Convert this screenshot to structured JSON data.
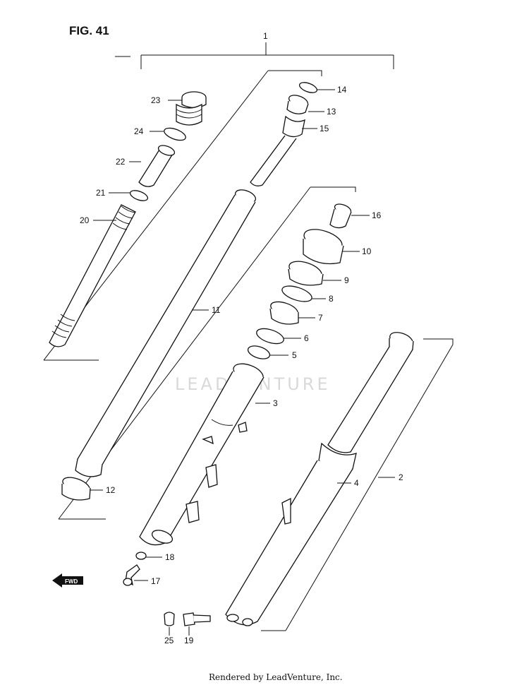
{
  "figure_title": "FIG. 41",
  "watermark": "LEADVENTURE",
  "footer": "Rendered by LeadVenture, Inc.",
  "fwd_badge": "FWD",
  "labels": {
    "p1": "1",
    "p2": "2",
    "p3": "3",
    "p4": "4",
    "p5": "5",
    "p6": "6",
    "p7": "7",
    "p8": "8",
    "p9": "9",
    "p10": "10",
    "p11": "11",
    "p12": "12",
    "p13": "13",
    "p14": "14",
    "p15": "15",
    "p16": "16",
    "p17": "17",
    "p18": "18",
    "p19": "19",
    "p20": "20",
    "p21": "21",
    "p22": "22",
    "p23": "23",
    "p24": "24",
    "p25": "25"
  }
}
